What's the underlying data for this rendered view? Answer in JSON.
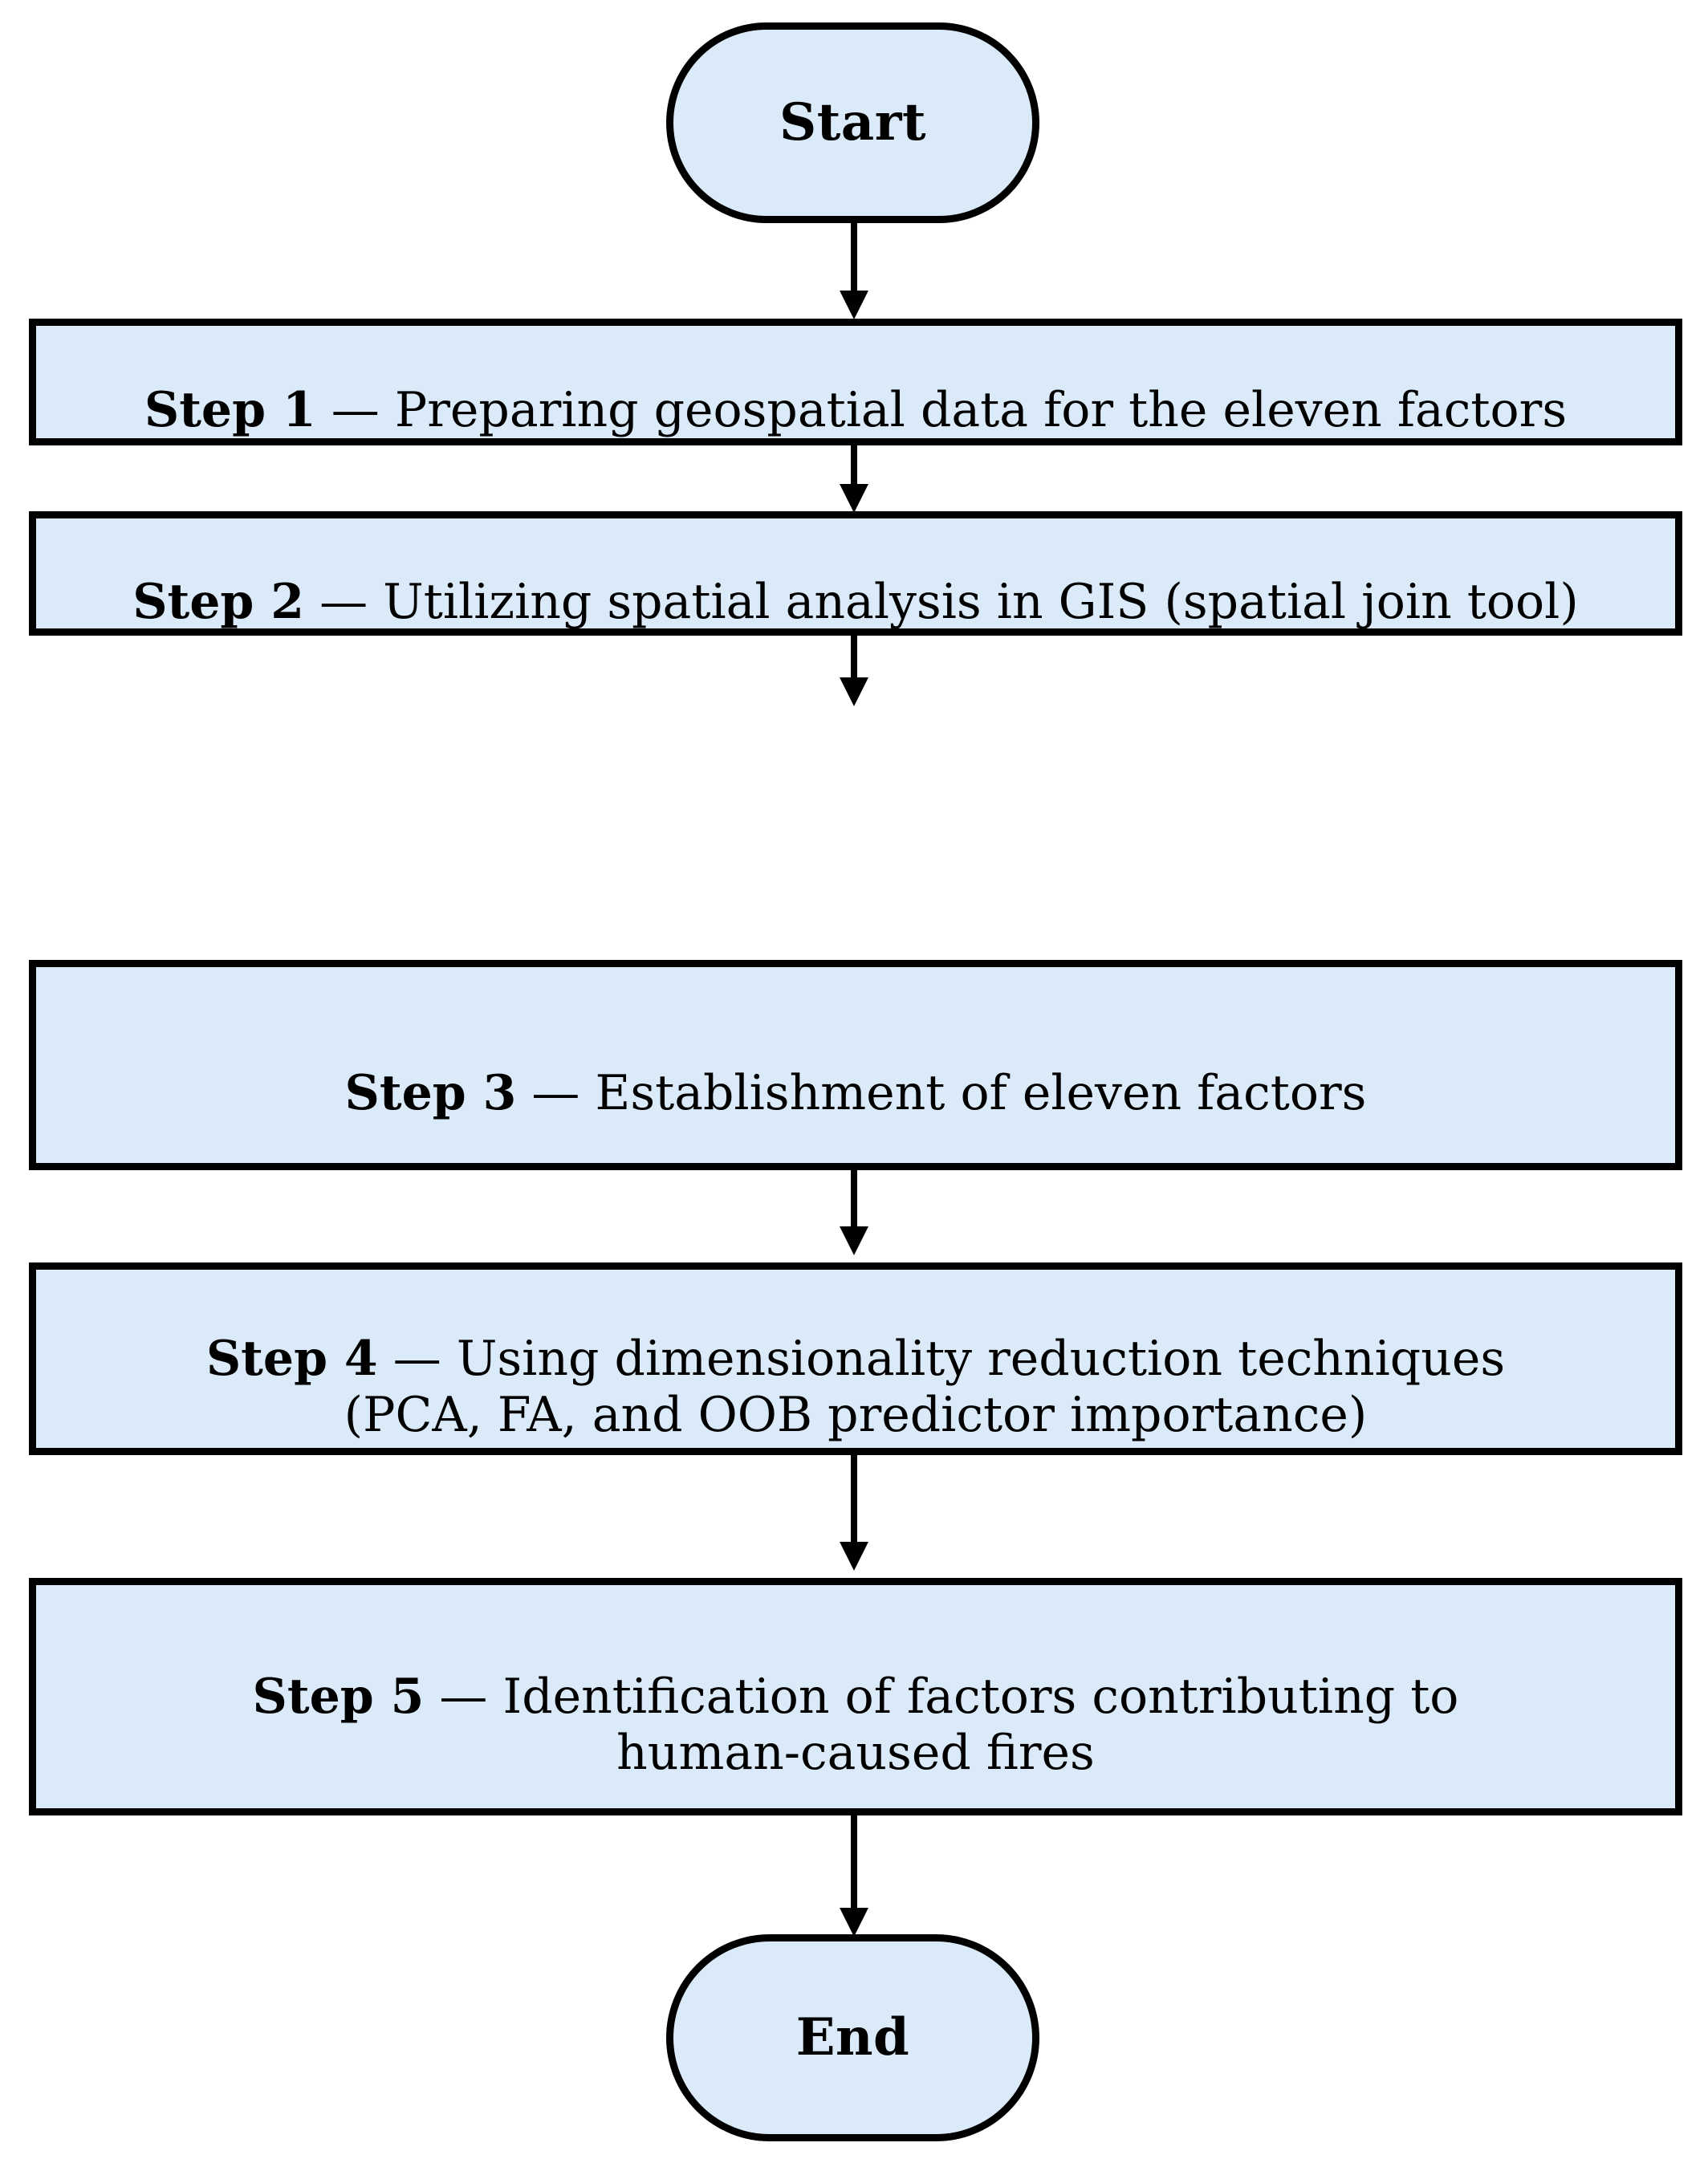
{
  "diagram": {
    "title": "Methodology flowchart",
    "colors": {
      "node_fill": "#dbeaf9",
      "node_border": "#000000",
      "connector": "#000000",
      "background": "#ffffff",
      "text": "#000000"
    },
    "start_node": {
      "label": "Start",
      "shape": "rounded-terminator"
    },
    "end_node": {
      "label": "End",
      "shape": "rounded-terminator"
    },
    "steps": [
      {
        "id": "step-1",
        "tag": "Step 1",
        "dash": " — ",
        "body": "Preparing geospatial data for the eleven factors",
        "full_text": "Step 1 — Preparing geospatial data for the eleven factors",
        "lines": 1
      },
      {
        "id": "step-2",
        "tag": "Step 2",
        "dash": " — ",
        "body": "Utilizing spatial analysis in GIS (spatial join tool)",
        "full_text": "Step 2 — Utilizing spatial analysis in GIS (spatial join tool)",
        "lines": 1
      },
      {
        "id": "step-3",
        "tag": "Step 3",
        "dash": " — ",
        "body": "Establishment of eleven factors",
        "full_text": "Step 3 — Establishment of eleven factors",
        "lines": 1
      },
      {
        "id": "step-4",
        "tag": "Step 4",
        "dash": " —  ",
        "body": "Using dimensionality reduction techniques\n(PCA, FA, and OOB predictor importance)",
        "full_text": "Step 4 — Using dimensionality reduction techniques (PCA, FA, and OOB predictor importance)",
        "lines": 2
      },
      {
        "id": "step-5",
        "tag": "Step 5",
        "dash": " —  ",
        "body": "Identification of factors contributing to\nhuman-caused fires",
        "full_text": "Step 5 — Identification of factors contributing to human-caused fires",
        "lines": 2
      }
    ],
    "connectors": [
      {
        "id": "arrow-start-to-step1",
        "from": "start",
        "to": "step-1"
      },
      {
        "id": "arrow-step1-to-step2",
        "from": "step-1",
        "to": "step-2"
      },
      {
        "id": "arrow-step2-to-step3",
        "from": "step-2",
        "to": "step-3"
      },
      {
        "id": "arrow-step3-to-step4",
        "from": "step-3",
        "to": "step-4"
      },
      {
        "id": "arrow-step4-to-step5",
        "from": "step-4",
        "to": "step-5"
      },
      {
        "id": "arrow-step5-to-end",
        "from": "step-5",
        "to": "end"
      }
    ]
  }
}
